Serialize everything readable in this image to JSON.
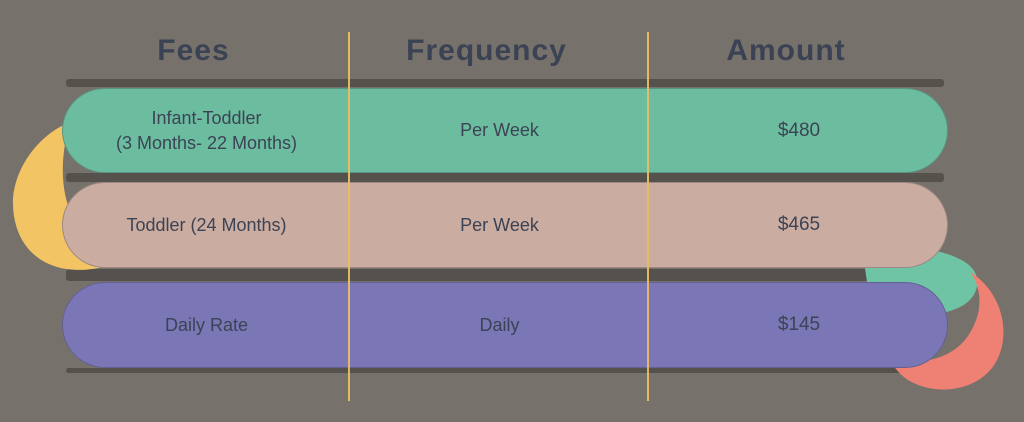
{
  "colors": {
    "background": "#76716a",
    "header_text": "#3a4254",
    "body_text": "#3c4354",
    "divider_line": "#e9bd62",
    "shadow_band": "#55524d",
    "row_teal": "#6cbda0",
    "row_tan": "#cbaca0",
    "row_purple": "#7b76b6",
    "blob_yellow": "#f2c464",
    "blob_teal": "#6fc4a6",
    "blob_coral": "#ef8174"
  },
  "table": {
    "headers": {
      "fees": "Fees",
      "frequency": "Frequency",
      "amount": "Amount"
    },
    "rows": [
      {
        "fee_line1": "Infant-Toddler",
        "fee_line2": "(3 Months- 22 Months)",
        "frequency": "Per Week",
        "amount": "$480",
        "color": "#6cbda0"
      },
      {
        "fee_line1": "Toddler (24 Months)",
        "fee_line2": "",
        "frequency": "Per Week",
        "amount": "$465",
        "color": "#cbaca0"
      },
      {
        "fee_line1": "Daily Rate",
        "fee_line2": "",
        "frequency": "Daily",
        "amount": "$145",
        "color": "#7b76b6"
      }
    ]
  },
  "chart_data": {
    "type": "table",
    "columns": [
      "Fees",
      "Frequency",
      "Amount"
    ],
    "rows": [
      [
        "Infant-Toddler (3 Months- 22 Months)",
        "Per Week",
        "$480"
      ],
      [
        "Toddler (24 Months)",
        "Per Week",
        "$465"
      ],
      [
        "Daily Rate",
        "Daily",
        "$145"
      ]
    ]
  }
}
